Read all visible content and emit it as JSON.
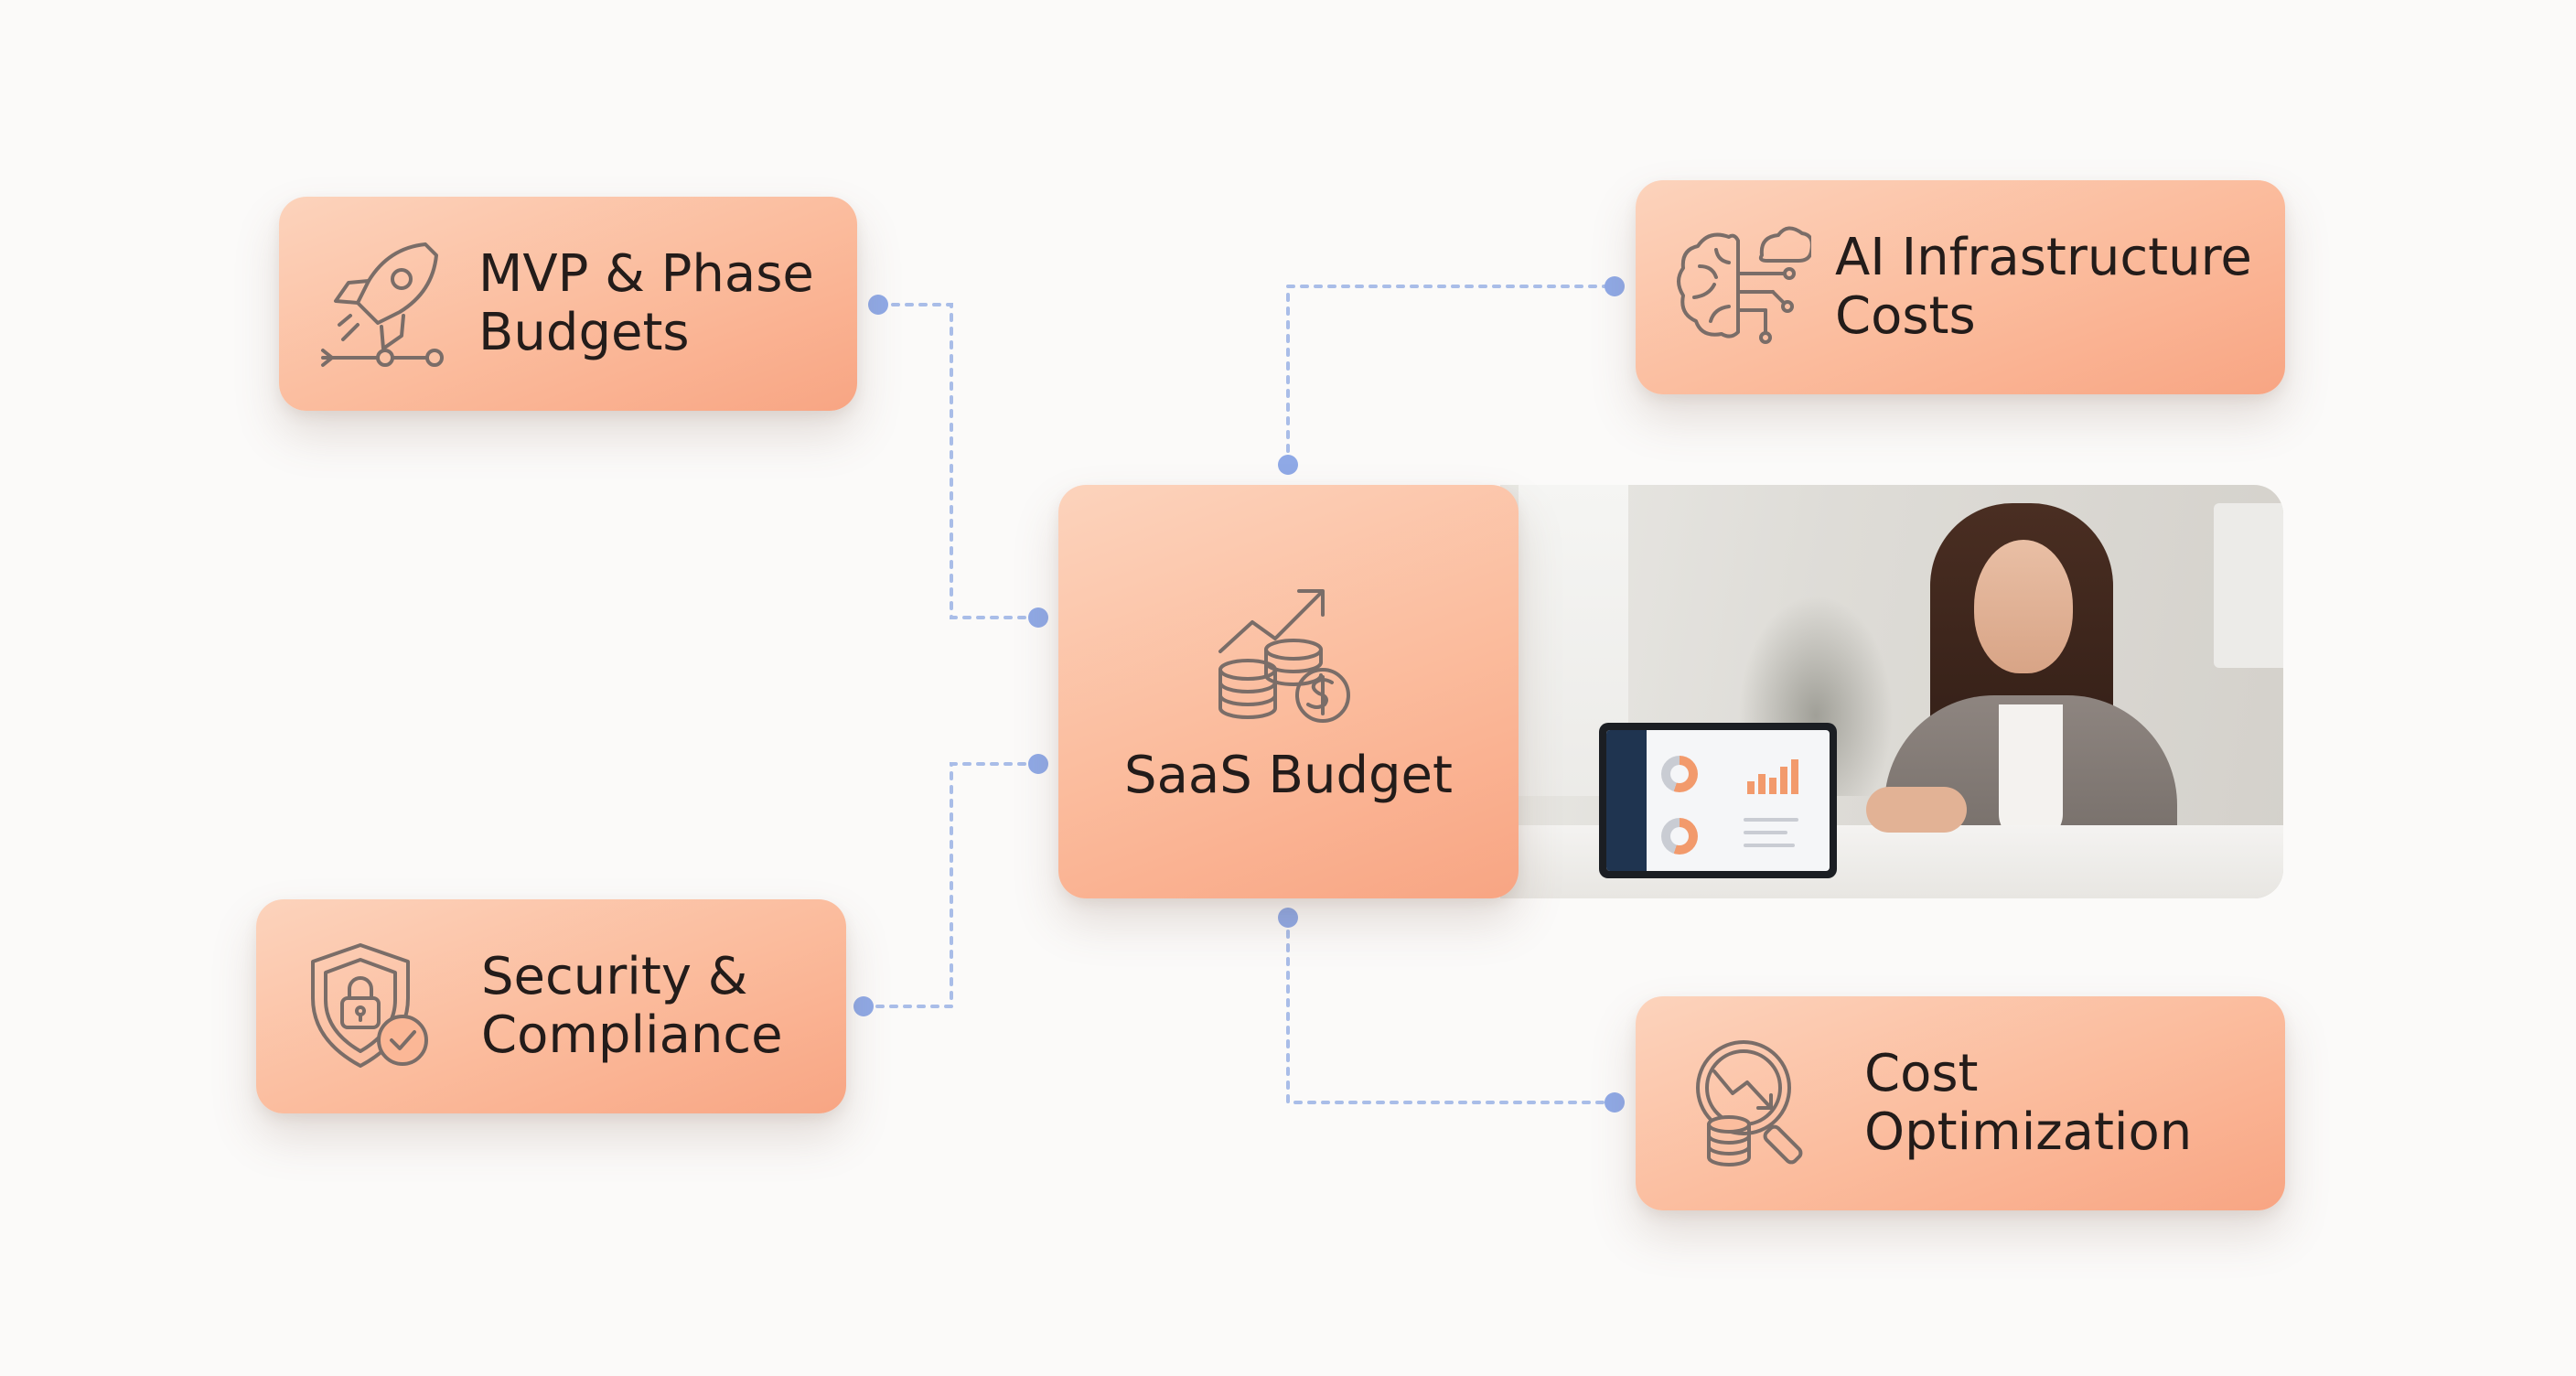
{
  "nodes": {
    "center": {
      "label": "SaaS Budget",
      "icon": "coins-growth-icon"
    },
    "mvp": {
      "label": "MVP & Phase\nBudgets",
      "icon": "rocket-milestones-icon"
    },
    "ai": {
      "label": "AI Infrastructure\nCosts",
      "icon": "brain-cloud-circuit-icon"
    },
    "security": {
      "label": "Security &\nCompliance",
      "icon": "shield-lock-check-icon"
    },
    "cost": {
      "label": "Cost\nOptimization",
      "icon": "magnifier-coins-decline-icon"
    }
  },
  "edges": [
    {
      "from": "center",
      "to": "mvp"
    },
    {
      "from": "center",
      "to": "ai"
    },
    {
      "from": "center",
      "to": "security"
    },
    {
      "from": "center",
      "to": "cost"
    }
  ],
  "photo": {
    "subject": "woman-with-tablet-dashboard-photo"
  },
  "colors": {
    "card_light": "#fcd3bc",
    "card_dark": "#f8a583",
    "connector": "#a9bde8",
    "connector_dot": "#8fa9e6",
    "icon_stroke": "#7a6d68",
    "text": "#231c1a"
  }
}
